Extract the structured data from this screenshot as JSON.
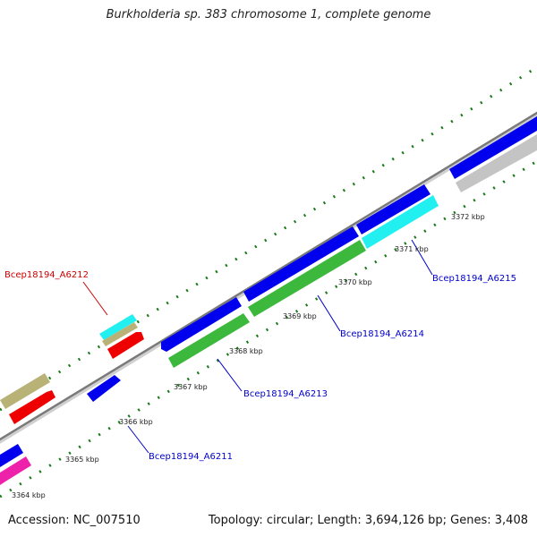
{
  "title": "Burkholderia sp. 383 chromosome 1, complete genome",
  "footer": {
    "accession": "Accession: NC_007510",
    "summary": "Topology: circular; Length: 3,694,126 bp; Genes: 3,408"
  },
  "colors": {
    "backbone": "#8c8c8c",
    "tick": "#1a7a1a",
    "blue": "#0000ee",
    "green": "#3cb83c",
    "cyan": "#22f0f0",
    "khaki": "#b8b276",
    "red": "#ee0000",
    "magenta": "#ee22aa",
    "gray": "#bdbdbd",
    "label_blue": "#0000cc",
    "label_red": "#cc0000"
  },
  "ticks": [
    {
      "label": "3364 kbp"
    },
    {
      "label": "3365 kbp"
    },
    {
      "label": "3366 kbp"
    },
    {
      "label": "3367 kbp"
    },
    {
      "label": "3368 kbp"
    },
    {
      "label": "3369 kbp"
    },
    {
      "label": "3370 kbp"
    },
    {
      "label": "3371 kbp"
    },
    {
      "label": "3372 kbp"
    }
  ],
  "gene_labels": [
    {
      "text": "Bcep18194_A6211",
      "color": "blue"
    },
    {
      "text": "Bcep18194_A6212",
      "color": "red"
    },
    {
      "text": "Bcep18194_A6213",
      "color": "blue"
    },
    {
      "text": "Bcep18194_A6214",
      "color": "blue"
    },
    {
      "text": "Bcep18194_A6215",
      "color": "blue"
    }
  ]
}
